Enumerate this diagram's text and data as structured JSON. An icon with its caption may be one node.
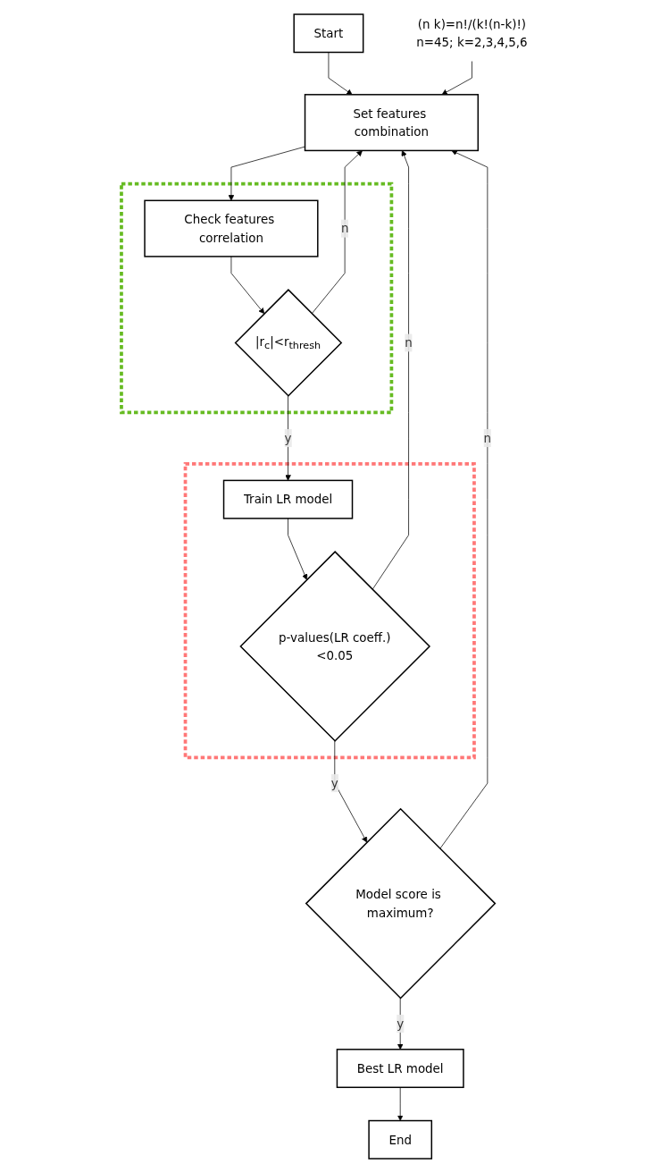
{
  "diagram": {
    "nodes": [
      {
        "text": [
          "Start"
        ]
      },
      {
        "text": [
          "(n k)=n!/(k!(n-k)!)",
          "n=45; k=2,3,4,5,6"
        ]
      },
      {
        "text": [
          "Set features combination"
        ]
      },
      {
        "text": [],
        "shape": "box"
      },
      {
        "text": [
          "Check features correlation"
        ],
        "in": 3
      },
      {
        "text": [
          "|r$_{c}$|<r$_{thresh}$"
        ],
        "in": 3
      },
      {
        "text": [],
        "shape": "box"
      },
      {
        "text": [
          "Train LR model"
        ],
        "in": 6
      },
      {
        "text": [
          "p-values(LR coeff.)<0.05"
        ],
        "in": 6
      },
      {
        "text": [
          "Model score is maximum?"
        ]
      },
      {
        "text": [
          "Best LR model"
        ]
      },
      {
        "text": [
          "End"
        ]
      }
    ],
    "edges": [
      {
        "from": 0,
        "to": 2,
        "arrow": "to"
      },
      {
        "from": 1,
        "to": 2,
        "arrow": "to"
      },
      {
        "from": 2,
        "to": 4,
        "arrow": "to"
      },
      {
        "from": 4,
        "to": 5,
        "arrow": "to"
      },
      {
        "from": 5,
        "to": 7,
        "arrow": "to",
        "label": "y"
      },
      {
        "from": 5,
        "to": 2,
        "arrow": "to",
        "label": "n"
      },
      {
        "from": 7,
        "to": 8,
        "arrow": "to"
      },
      {
        "from": 8,
        "to": 9,
        "arrow": "to",
        "label": "y"
      },
      {
        "from": 8,
        "to": 2,
        "arrow": "to",
        "label": "n"
      },
      {
        "from": 9,
        "to": 10,
        "arrow": "to",
        "label": "y"
      },
      {
        "from": 9,
        "to": 2,
        "arrow": "to",
        "label": "n"
      },
      {
        "from": 10,
        "to": 11,
        "arrow": "to"
      }
    ]
  }
}
